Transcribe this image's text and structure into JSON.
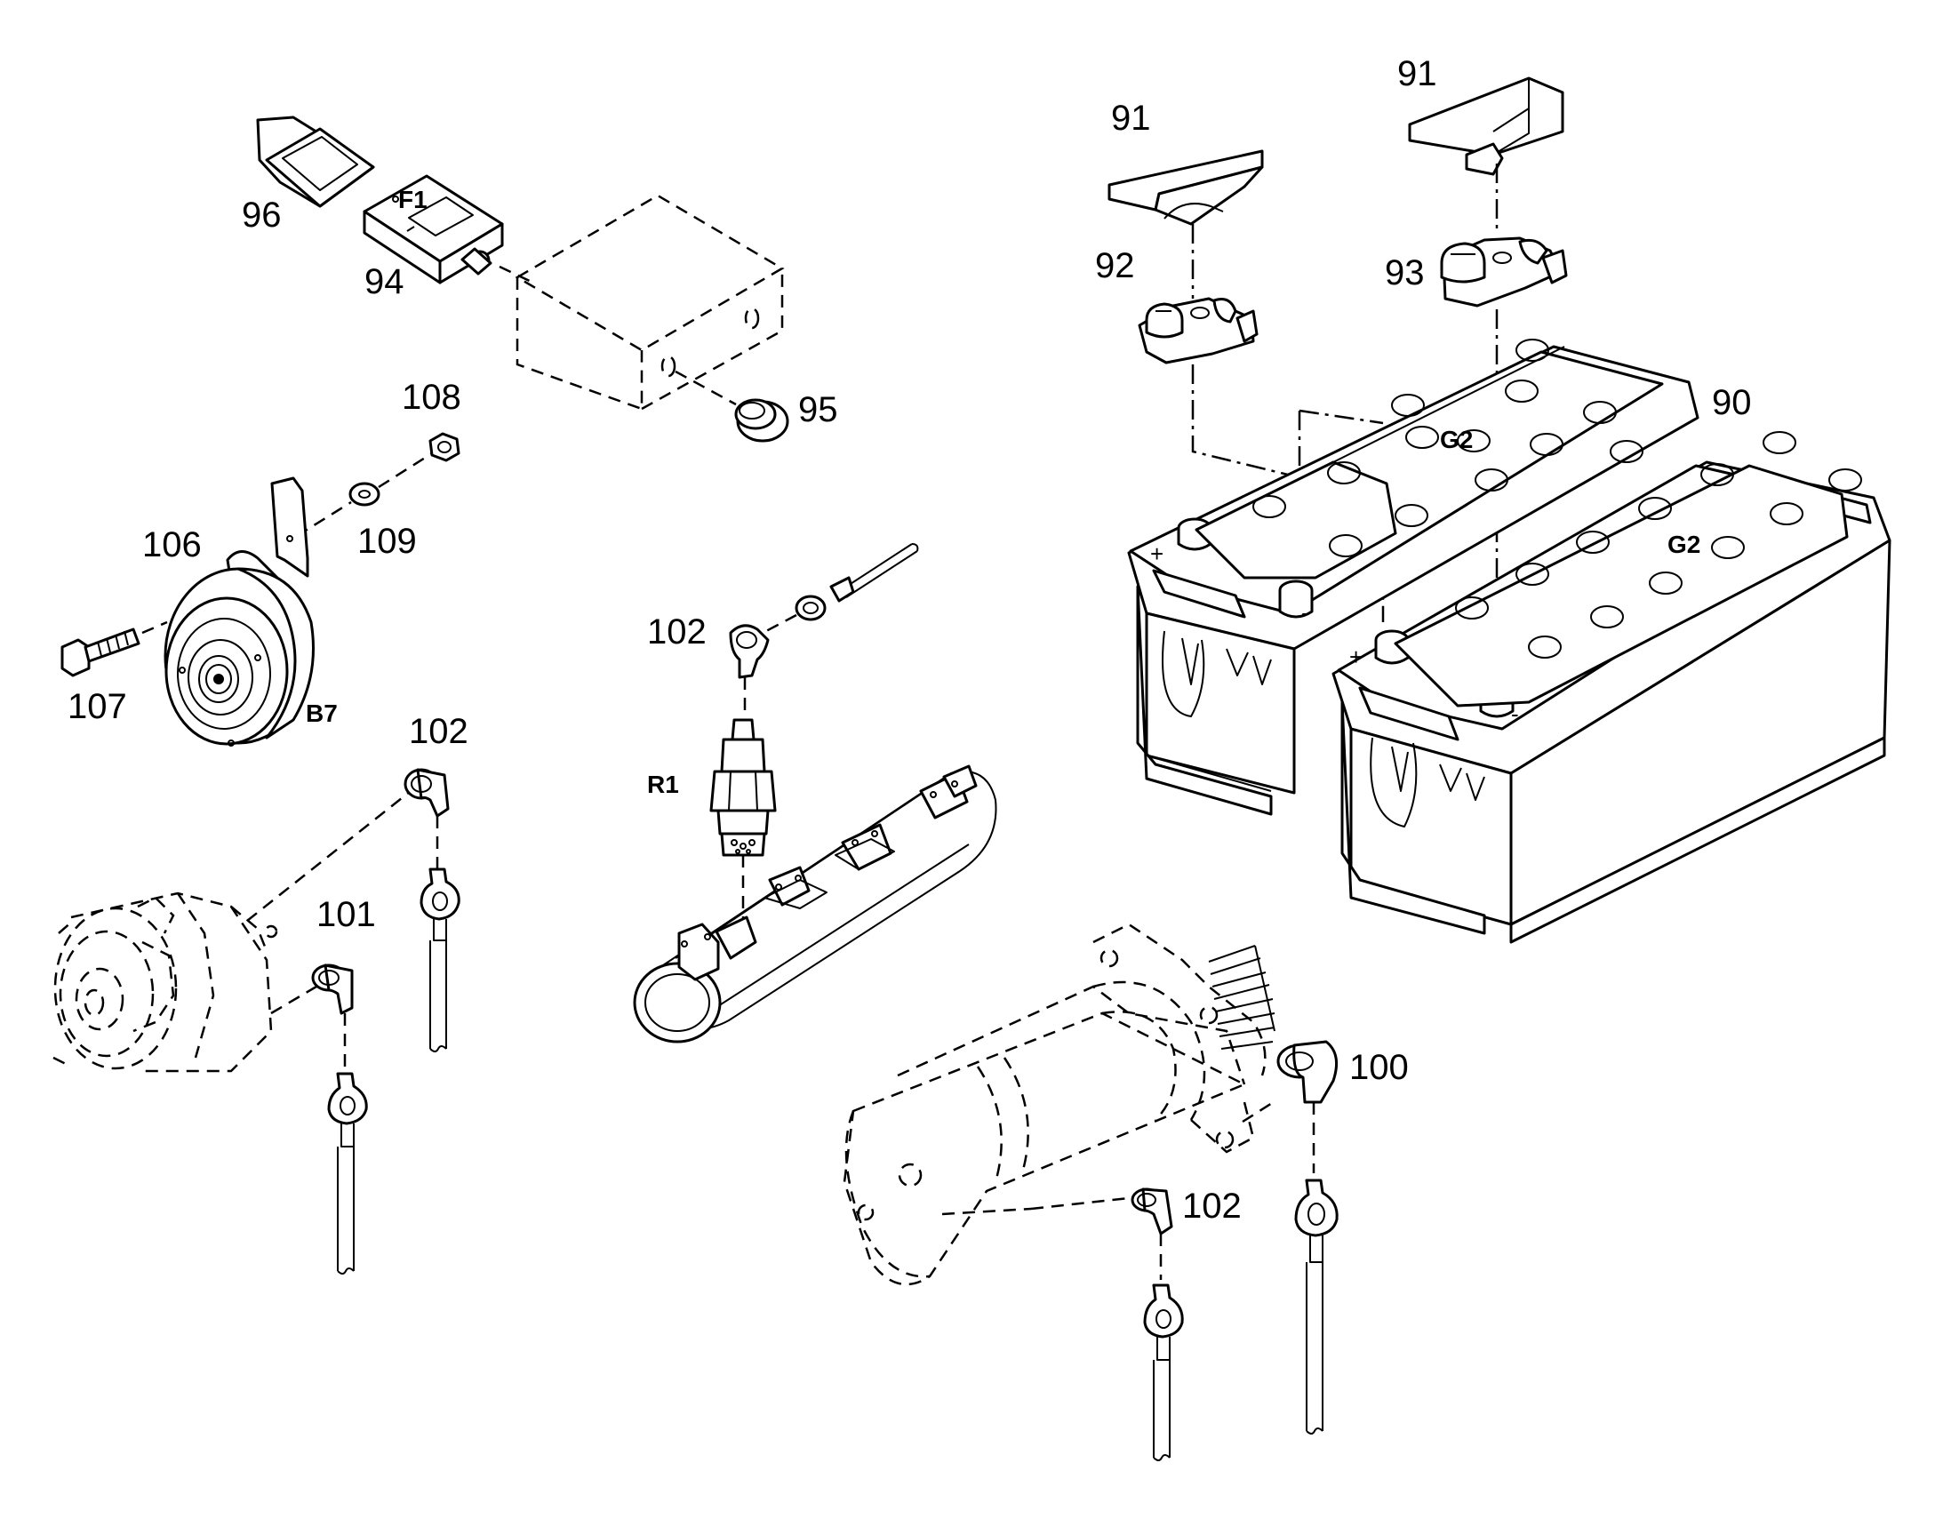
{
  "parts": {
    "batteries": "90",
    "terminal_cover_left": "91",
    "terminal_cover_right": "91",
    "terminal_clamp_positive": "92",
    "terminal_clamp_negative": "93",
    "fuse_holder": "94",
    "grommet": "95",
    "fuse_cap": "96",
    "starter_cap": "100",
    "alternator_cap": "101",
    "cap_alternator_aux": "102",
    "cap_heater": "102",
    "cap_starter_aux": "102",
    "horn_bracket": "106",
    "horn_bolt": "107",
    "horn_nut": "108",
    "horn_washer": "109"
  },
  "designations": {
    "fuse": "F1",
    "horn": "B7",
    "heater_plug": "R1",
    "battery_left": "G2",
    "battery_right": "G2"
  },
  "terminal_signs": {
    "left_plus": "+",
    "left_minus": "-",
    "right_plus": "+",
    "right_minus": "-"
  }
}
